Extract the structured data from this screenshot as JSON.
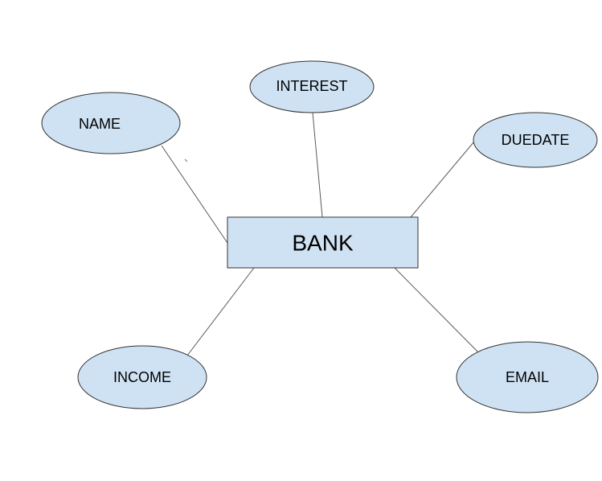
{
  "colors": {
    "shape_fill": "#cfe2f3",
    "shape_stroke": "#333333",
    "connector": "#595959",
    "background": "#ffffff"
  },
  "entity": {
    "label": "BANK"
  },
  "attributes": {
    "interest": "INTEREST",
    "name": "NAME",
    "duedate": "DUEDATE",
    "income": "INCOME",
    "email": "EMAIL"
  }
}
